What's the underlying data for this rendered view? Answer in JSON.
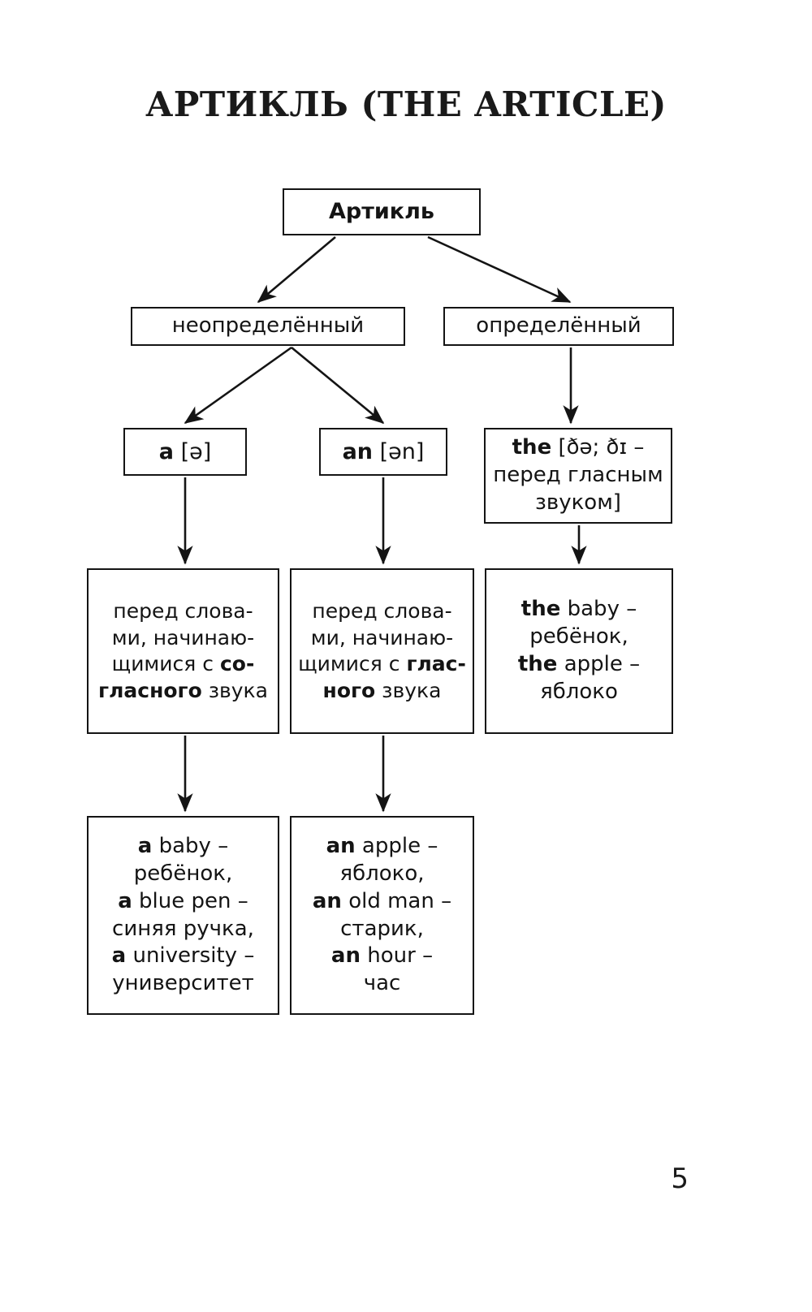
{
  "page": {
    "title": "АРТИКЛЬ (THE ARTICLE)",
    "number": "5"
  },
  "diagram": {
    "type": "tree",
    "root": {
      "id": "article",
      "label": "Артикль"
    },
    "level2": [
      {
        "id": "indefinite",
        "label": "неопределённый"
      },
      {
        "id": "definite",
        "label": "определённый"
      }
    ],
    "level3": [
      {
        "id": "a",
        "bold": "a",
        "rest": " [ə]"
      },
      {
        "id": "an",
        "bold": "an",
        "rest": " [ən]"
      },
      {
        "id": "the",
        "bold": "the",
        "rest": " [ðə; ðɪ – перед гласным звуком]"
      }
    ],
    "rules": [
      {
        "id": "before-consonant",
        "line1": "перед слова-",
        "line2": "ми, начинаю-",
        "line3_plain": "щимися с ",
        "line3_bold": "со-",
        "line4_bold": "гласного",
        "line4_plain": " звука"
      },
      {
        "id": "before-vowel",
        "line1": "перед слова-",
        "line2": "ми, начинаю-",
        "line3_plain": "щимися с ",
        "line3_bold": "глас-",
        "line4_bold": "ного",
        "line4_plain": " звука"
      }
    ],
    "the_examples": [
      {
        "article": "the",
        "word": " baby –",
        "translation": "ребёнок,"
      },
      {
        "article": "the",
        "word": " apple –",
        "translation": "яблоко"
      }
    ],
    "a_examples": [
      {
        "article": "a",
        "word": " baby –",
        "translation": "ребёнок,"
      },
      {
        "article": "a",
        "word": " blue pen –",
        "translation": "синяя ручка,"
      },
      {
        "article": "a",
        "word": " university –",
        "translation": "университет"
      }
    ],
    "an_examples": [
      {
        "article": "an",
        "word": " apple –",
        "translation": "яблоко,"
      },
      {
        "article": "an",
        "word": " old man –",
        "translation": "старик,"
      },
      {
        "article": "an",
        "word": " hour –",
        "translation": "час"
      }
    ],
    "colors": {
      "ink": "#141414",
      "paper": "#ffffff"
    }
  }
}
